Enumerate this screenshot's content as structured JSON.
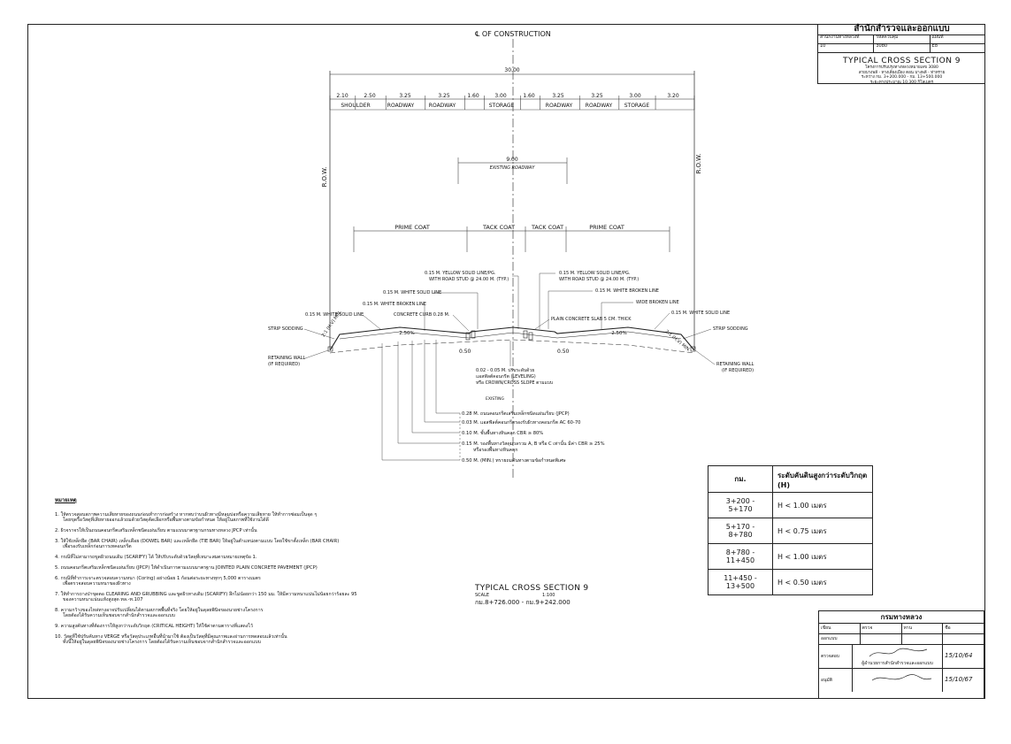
{
  "title_block": {
    "agency": "สำนักสำรวจและออกแบบ",
    "header_cells": [
      "สำนักงานทางหลวงที่",
      "รหัสควบคุม",
      "แผ่นที่"
    ],
    "value_cells": [
      "10",
      "3080",
      "E8"
    ],
    "sheet_title": "TYPICAL CROSS SECTION 9",
    "sub_lines": [
      "โครงการปรับปรุงทางหลวงหมายเลข 3080",
      "สายบางพลี - ทางเลี่ยงเมือง ตอน บางพลี - ท่าทราย",
      "ระหว่าง กม. 3+200.000 - กม. 13+500.000",
      "ระยะทางประมาณ 10.300 กิโลเมตร"
    ]
  },
  "section": {
    "centerline": "℄ OF CONSTRUCTION",
    "total_width": "30.00",
    "segments": [
      "2.10",
      "2.50",
      "3.25",
      "3.25",
      "1.60",
      "3.00",
      "1.60",
      "3.25",
      "3.25",
      "3.00",
      "3.20"
    ],
    "lane_labels": [
      "SHOULDER",
      "ROADWAY",
      "ROADWAY",
      "STORAGE",
      "ROADWAY",
      "ROADWAY",
      "STORAGE"
    ],
    "row_left": "R.O.W.",
    "row_right": "R.O.W.",
    "existing_width": "9.00",
    "existing_label": "EXISTING ROADWAY",
    "coats": [
      "PRIME COAT",
      "TACK COAT",
      "TACK COAT",
      "PRIME COAT"
    ],
    "callouts_left": [
      "0.15 M. YELLOW SOLID LINE/PG.",
      "WITH ROAD STUD @ 24.00 M. (TYP.)",
      "0.15 M. WHITE SOLID LINE",
      "0.15 M. WHITE BROKEN LINE",
      "CONCRETE CURB 0.28 M.",
      "0.15 M. WHITE SOLID LINE",
      "STRIP SODDING",
      "RETAINING WALL",
      "(IF REQUIRED)"
    ],
    "callouts_right": [
      "0.15 M. YELLOW SOLID LINE/PG.",
      "WITH ROAD STUD @ 24.00 M. (TYP.)",
      "0.15 M. WHITE BROKEN LINE",
      "WIDE BROKEN LINE",
      "PLAIN CONCRETE SLAB 5 CM. THICK",
      "0.15 M. WHITE SOLID LINE",
      "STRIP SODDING",
      "RETAINING WALL",
      "(IF REQUIRED)"
    ],
    "slope_left": "2.50%",
    "slope_right": "2.50%",
    "side_slope": "2:1 (H:V) MIN.",
    "offset_left": "0.50",
    "offset_right": "0.50",
    "leveling": [
      "0.02 - 0.05 M. ปรับระดับด้วย",
      "แอสฟัลต์คอนกรีต (LEVELING)",
      "หรือ CROWN/CROSS SLOPE ตามแบบ"
    ],
    "existing_note": "EXISTING",
    "layers": [
      "0.28 M. ถนนคอนกรีตเสริมเหล็กชนิดแผ่นเรียบ (JPCP)",
      "0.03 M. แอสฟัลต์คอนกรีตรองรับผิวทางคอนกรีต AC 60-70",
      "0.10 M. ชั้นพื้นทางหินคลุก CBR ≥ 80%",
      "0.15 M. รองพื้นทางวัสดุมวลรวม A, B หรือ C เท่านั้น มีค่า CBR ≥ 25%",
      "หรือรองพื้นทางหินคลุก",
      "0.50 M. (MIN.) ทรายถมคันทางตามข้อกำหนดพิเศษ"
    ]
  },
  "height_table": {
    "col1": "กม.",
    "col2": "ระดับคันดินสูงกว่าระดับวิกฤต (H)",
    "rows": [
      {
        "km": "3+200 - 5+170",
        "h": "H < 1.00 เมตร"
      },
      {
        "km": "5+170 - 8+780",
        "h": "H < 0.75 เมตร"
      },
      {
        "km": "8+780 - 11+450",
        "h": "H < 1.00 เมตร"
      },
      {
        "km": "11+450 - 13+500",
        "h": "H < 0.50 เมตร"
      }
    ]
  },
  "notes": {
    "heading": "หมายเหตุ",
    "items": [
      [
        "1.  ให้ตรวจสอบสภาพความเสียหายของถนนก่อนทำการก่อสร้าง หากพบว่าบนผิวทางมีหลุมบ่อหรือความเสียหาย ให้ทำการซ่อมเป็นจุด ๆ",
        "โดยขุดรื้อวัสดุที่เสียหายออกแล้วถมด้วยวัสดุคัดเลือกหรือพื้นทางตามข้อกำหนด ให้อยู่ในสภาพที่ใช้งานได้ดี"
      ],
      [
        "2.  ผิวจราจรให้เป็นถนนคอนกรีตเสริมเหล็กชนิดแผ่นเรียบ ตามแบบมาตรฐานกรมทางหลวง JPCP เท่านั้น"
      ],
      [
        "3.  ให้ใช้เหล็กยึด (BAR CHAIR) เหล็กเดือย (DOWEL BAR) และเหล็กยึด (TIE BAR) ให้อยู่ในตำแหน่งตามแบบ โดยใช้ขาตั้งเหล็ก (BAR CHAIR)",
        "เพื่อรองรับเหล็กก่อนการเทคอนกรีต"
      ],
      [
        "4.  กรณีที่ไม่สามารถขูดผิวถนนเดิม (SCARIFY) ได้ ให้ปรับระดับด้วยวัสดุที่เหมาะสมตามหมายเหตุข้อ 1."
      ],
      [
        "5.  ถนนคอนกรีตเสริมเหล็กชนิดแผ่นเรียบ (JPCP) ให้ดำเนินการตามแบบมาตรฐาน JOINTED PLAIN CONCRETE PAVEMENT (JPCP)"
      ],
      [
        "6.  กรณีที่ทำการเจาะตรวจสอบความหนา (Coring) อย่างน้อย 1 ก้อนต่อระยะทางทุกๆ 5,000 ตารางเมตร",
        "เพื่อตรวจสอบความหนาของผิวทาง"
      ],
      [
        "7.  ให้ทำการถางป่าขุดตอ CLEARING AND GRUBBING และขูดผิวทางเดิม (SCARIFY) ลึกไม่น้อยกว่า 150 มม. ให้มีความหนาแน่นไม่น้อยกว่าร้อยละ 95",
        "ของความหนาแน่นแห้งสูงสุด ทล.-ท.107"
      ],
      [
        "8.  ความกว้างของไหล่ทางอาจปรับเปลี่ยนได้ตามสภาพพื้นที่จริง โดยให้อยู่ในดุลยพินิจของนายช่างโครงการ",
        "โดยต้องได้รับความเห็นชอบจากสำนักสำรวจและออกแบบ"
      ],
      [
        "9.  ความสูงคันทางที่ต้องการให้สูงกว่าระดับวิกฤต (CRITICAL HEIGHT) ให้ใช้ค่าตามตารางที่แสดงไว้"
      ],
      [
        "10. วัสดุที่ใช้ปรับคันทาง VERGE หรือวัสดุประเภทอื่นที่นำมาใช้ ต้องเป็นวัสดุที่มีคุณภาพและผ่านการทดสอบแล้วเท่านั้น",
        "ทั้งนี้ให้อยู่ในดุลยพินิจของนายช่างโครงการ โดยต้องได้รับความเห็นชอบจากสำนักสำรวจและออกแบบ"
      ]
    ]
  },
  "section_label": {
    "title": "TYPICAL CROSS SECTION 9",
    "scale_label": "SCALE",
    "scale_value": "1:100",
    "km_range": "กม.8+726.000 - กม.9+242.000"
  },
  "approval": {
    "agency": "กรมทางหลวง",
    "row1": [
      "เขียน",
      "ตรวจ",
      "ทาน",
      "ชื่อ"
    ],
    "row2": [
      "ออกแบบ",
      "",
      "",
      ""
    ],
    "checked_label": "ตรวจสอบ",
    "checked_title": "ผู้อำนวยการสำนักสำรวจและออกแบบ",
    "checked_date": "15/10/64",
    "approved_label": "อนุมัติ",
    "approved_name": "",
    "approved_date": "15/10/67"
  }
}
